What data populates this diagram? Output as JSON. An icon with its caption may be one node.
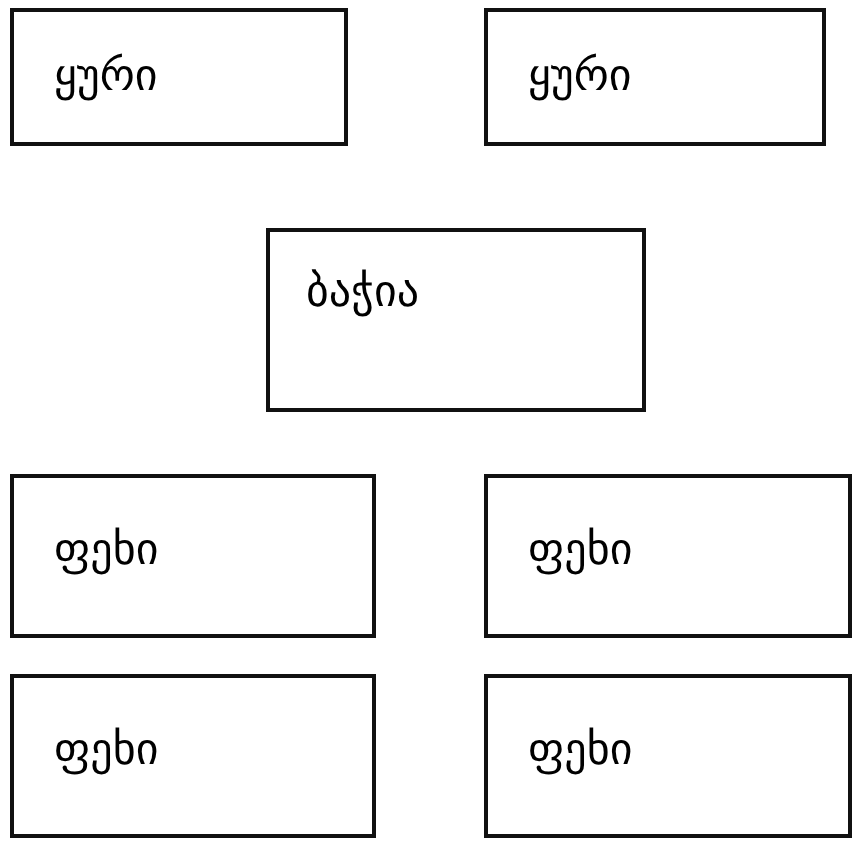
{
  "diagram": {
    "nodes": [
      {
        "text": [
          "ყური"
        ]
      },
      {
        "text": [
          "ყური"
        ]
      },
      {
        "text": [
          "ბაჭია"
        ]
      },
      {
        "text": [
          "ფეხი"
        ]
      },
      {
        "text": [
          "ფეხი"
        ]
      },
      {
        "text": [
          "ფეხი"
        ]
      },
      {
        "text": [
          "ფეხი"
        ]
      }
    ]
  }
}
